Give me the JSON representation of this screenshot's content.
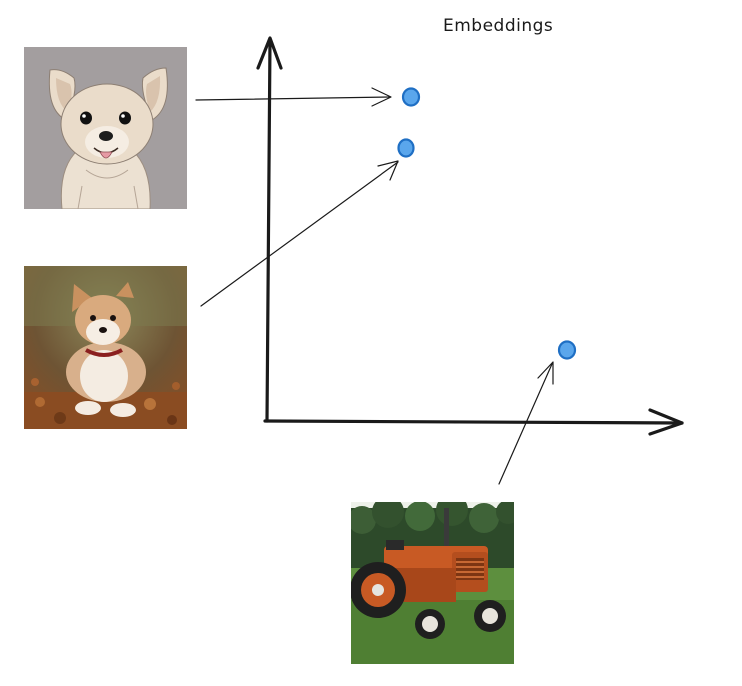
{
  "diagram": {
    "title": "Embeddings",
    "colors": {
      "ink": "#1a1a1a",
      "point_fill": "#5aa6ec",
      "point_stroke": "#1f6fc4",
      "cartoon_bg": "#a39e9f",
      "cartoon_dog": "#eadcca",
      "puppy_fur": "#d9b28f",
      "puppy_ground": "#9a5a2c",
      "forest": "#2d4a2a",
      "grass": "#5d8f3e",
      "tractor_orange": "#c85a24"
    },
    "images": [
      {
        "id": "cartoon-dog",
        "icon": "cartoon-dog-illustration"
      },
      {
        "id": "real-puppy",
        "icon": "puppy-photo"
      },
      {
        "id": "tractor",
        "icon": "orange-tractor-photo"
      }
    ],
    "points": [
      {
        "id": "cartoon-dog-embedding",
        "from": "cartoon-dog"
      },
      {
        "id": "puppy-embedding",
        "from": "real-puppy"
      },
      {
        "id": "tractor-embedding",
        "from": "tractor"
      }
    ]
  }
}
